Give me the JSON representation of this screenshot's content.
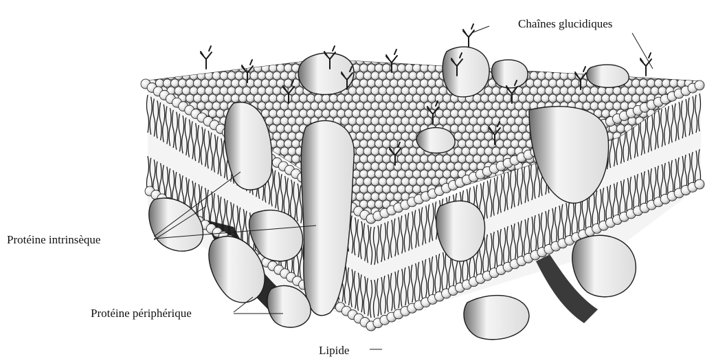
{
  "diagram": {
    "labels": {
      "glucid_chains": "Chaînes glucidiques",
      "intrinsic_protein": "Protéine intrinsèque",
      "peripheral_protein": "Protéine périphérique",
      "lipid": "Lipide"
    },
    "colors": {
      "background": "#ffffff",
      "ink": "#1a1a1a",
      "head_fill": "#e6e6e6",
      "protein_fill": "#f2f2f2",
      "protein_shadow": "#7a7a7a",
      "shade": "#bdbdbd"
    }
  }
}
